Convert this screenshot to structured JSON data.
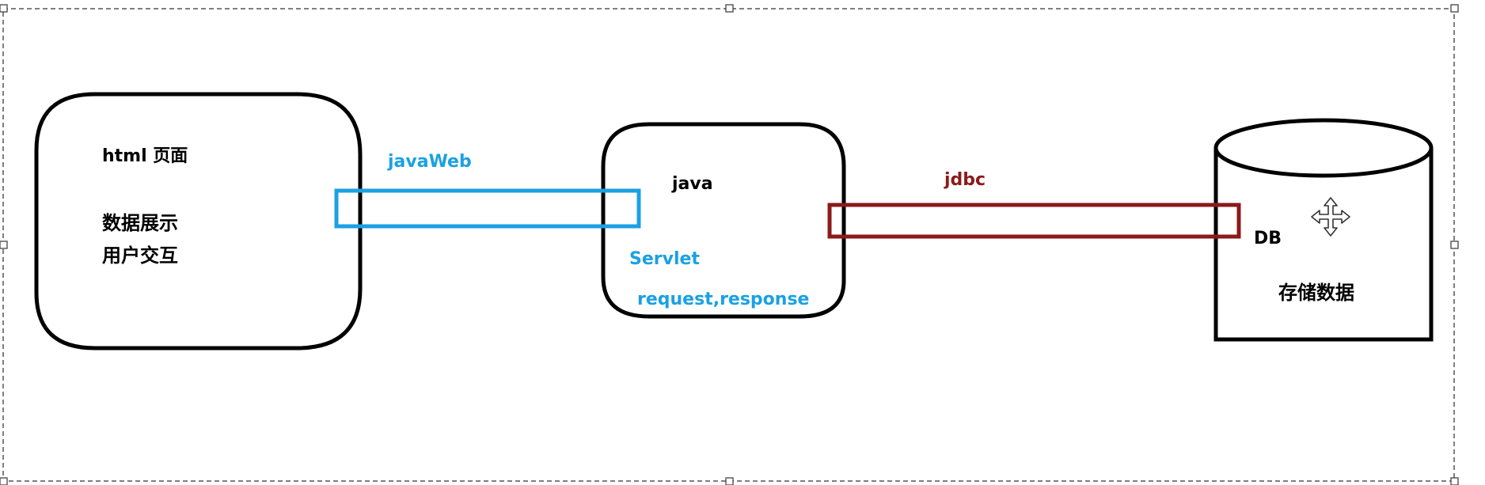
{
  "diagram": {
    "client": {
      "title": "html 页面",
      "line1": "数据展示",
      "line2": "用户交互"
    },
    "connector_web": {
      "label": "javaWeb"
    },
    "server": {
      "title": "java",
      "label1": "Servlet",
      "label2": "request,response"
    },
    "connector_db": {
      "label": "jdbc"
    },
    "database": {
      "name": "DB",
      "desc": "存储数据"
    }
  },
  "colors": {
    "outline": "#000000",
    "web_blue": "#1ba1e2",
    "jdbc_red": "#8b1a1a",
    "selection": "#555555"
  },
  "icons": {
    "move": "move-cursor-icon"
  }
}
